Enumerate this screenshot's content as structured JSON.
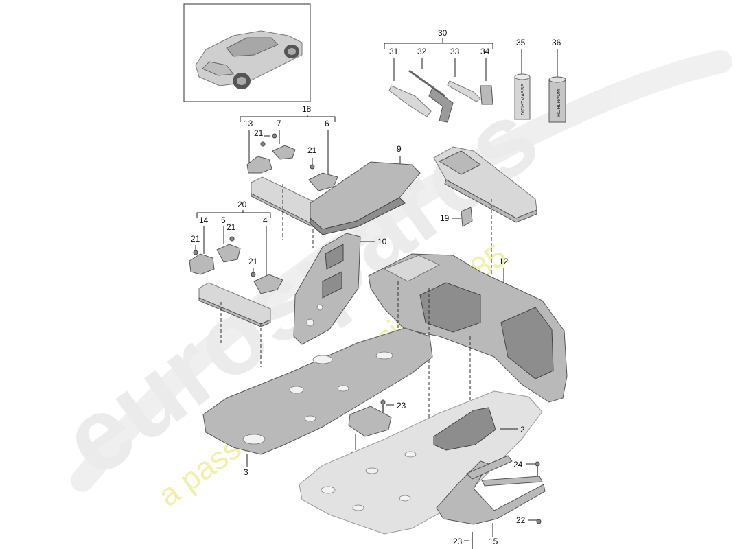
{
  "watermark": {
    "brand": "eurospares",
    "tagline": "a passion for parts since 1985"
  },
  "callouts": {
    "p2": "2",
    "p3": "3",
    "p4": "4",
    "p5": "5",
    "p6": "6",
    "p7": "7",
    "p9": "9",
    "p10": "10",
    "p12": "12",
    "p13": "13",
    "p14": "14",
    "p15": "15",
    "p16": "16",
    "p18": "18",
    "p19": "19",
    "p20": "20",
    "p21a": "21",
    "p21b": "21",
    "p21c": "21",
    "p21d": "21",
    "p21e": "21",
    "p22": "22",
    "p23a": "23",
    "p23b": "23",
    "p24": "24",
    "p30": "30",
    "p31": "31",
    "p32": "32",
    "p33": "33",
    "p34": "34",
    "p35": "35",
    "p36": "36"
  },
  "can_labels": {
    "can35": "DICHTMASSE",
    "can36": "HOHLRAUM"
  },
  "colors": {
    "watermark": "#e6e6e6",
    "tagline": "#eeee9a"
  }
}
